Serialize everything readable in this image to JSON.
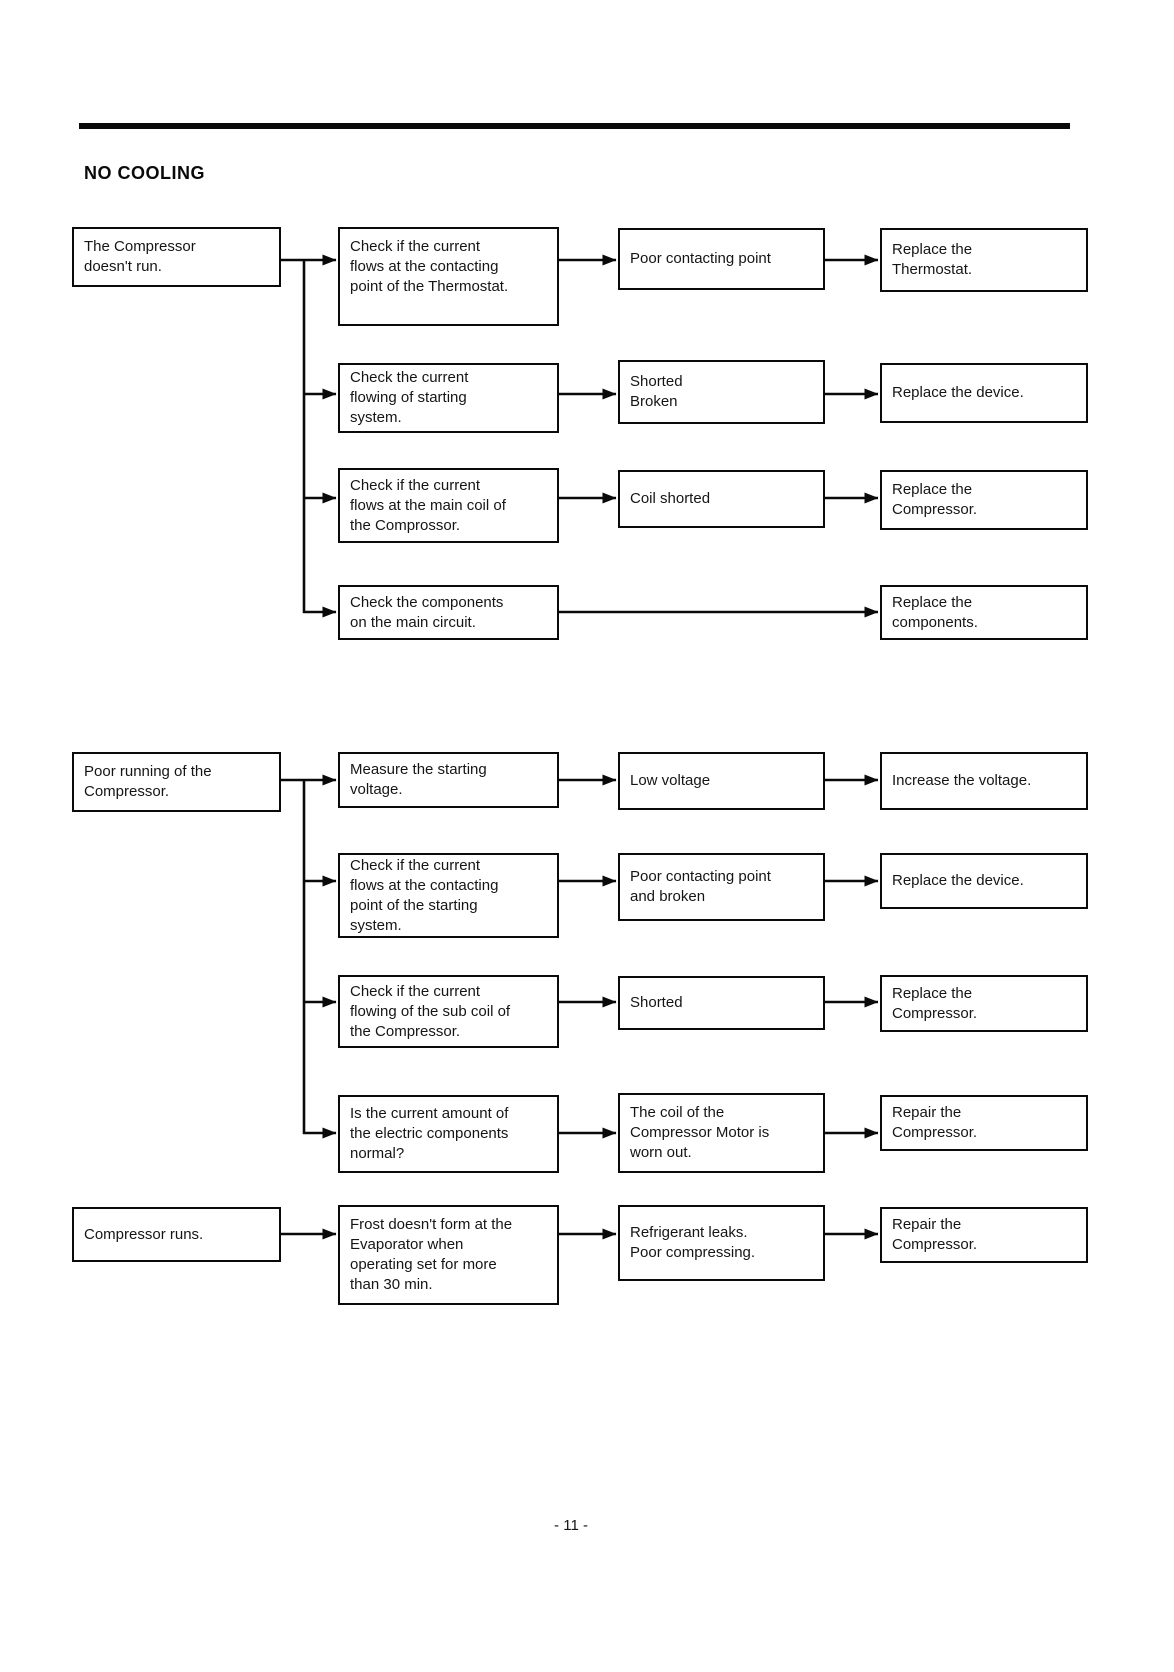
{
  "page": {
    "title": "NO COOLING",
    "page_number": "- 11 -"
  },
  "flowchart": {
    "sections": [
      {
        "cause": "The Compressor\ndoesn't run.",
        "rows": [
          {
            "check": "Check if the current\nflows at the contacting\npoint of the Thermostat.",
            "finding": "Poor contacting point",
            "action": "Replace the\nThermostat."
          },
          {
            "check": "Check the current\nflowing of starting\nsystem.",
            "finding": "Shorted\nBroken",
            "action": "Replace the device."
          },
          {
            "check": "Check if the current\nflows at the main coil of\nthe Comprossor.",
            "finding": "Coil shorted",
            "action": "Replace the\nCompressor."
          },
          {
            "check": "Check the components\non the main circuit.",
            "action": "Replace the\ncomponents."
          }
        ]
      },
      {
        "cause": "Poor running of the\nCompressor.",
        "rows": [
          {
            "check": "Measure the starting\nvoltage.",
            "finding": "Low voltage",
            "action": "Increase the voltage."
          },
          {
            "check": "Check if the current\nflows at the contacting\npoint of the starting\nsystem.",
            "finding": "Poor contacting point\nand broken",
            "action": "Replace the device."
          },
          {
            "check": "Check if the current\nflowing of the sub coil of\nthe Compressor.",
            "finding": "Shorted",
            "action": "Replace the\nCompressor."
          },
          {
            "check": "Is the current amount of\nthe electric components\nnormal?",
            "finding": "The coil of the\nCompressor Motor is\nworn out.",
            "action": "Repair the\nCompressor."
          }
        ]
      },
      {
        "cause": "Compressor runs.",
        "rows": [
          {
            "check": "Frost doesn't form at the\nEvaporator when\noperating set for more\nthan 30 min.",
            "finding": "Refrigerant leaks.\nPoor compressing.",
            "action": "Repair the\nCompressor."
          }
        ]
      }
    ]
  }
}
